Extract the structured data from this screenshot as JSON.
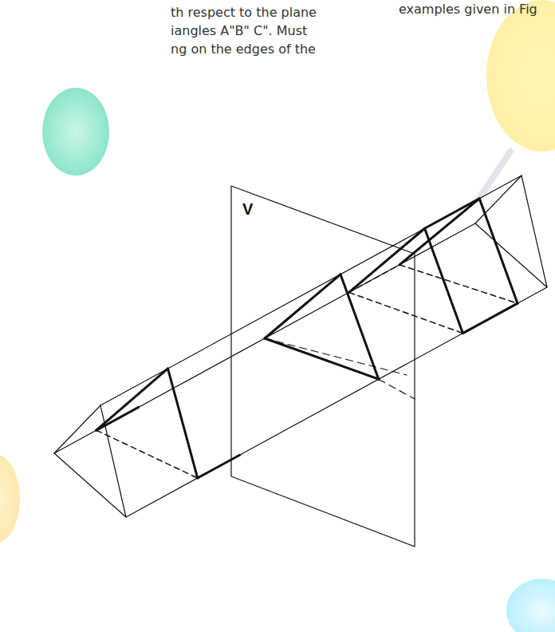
{
  "diagram": {
    "labels": [
      "th respect to the plane",
      "iangles A\"B\" C\". Must",
      "ng on the edges of the",
      "examples given in Fig",
      "V"
    ]
  }
}
